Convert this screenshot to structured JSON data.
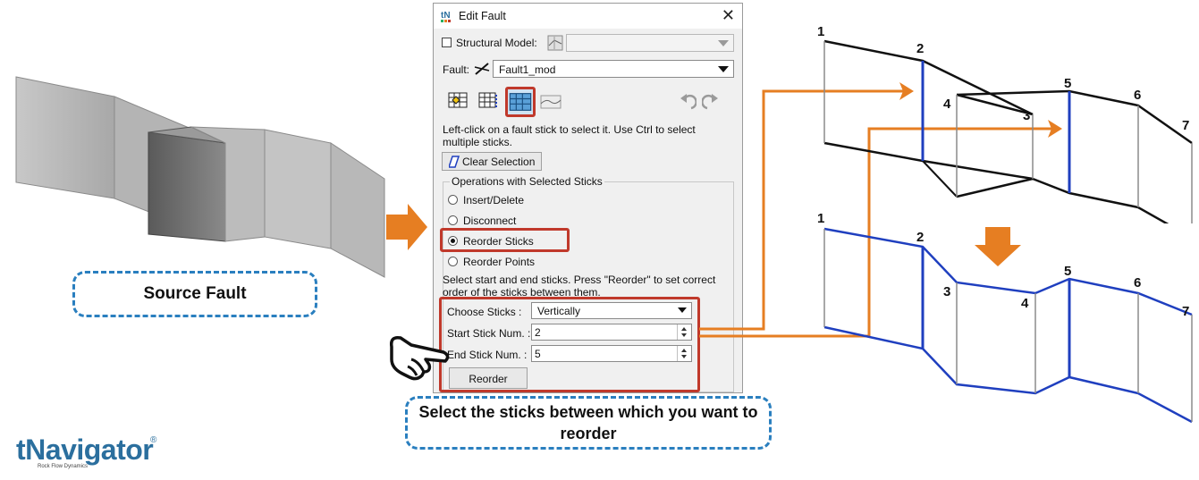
{
  "dialog": {
    "title": "Edit Fault",
    "structural_model_label": "Structural Model:",
    "structural_model_value": "",
    "fault_label": "Fault:",
    "fault_value": "Fault1_mod",
    "instruction": "Left-click on a fault stick to select it. Use Ctrl to select multiple sticks.",
    "clear_selection_label": "Clear Selection",
    "group_title": "Operations with Selected Sticks",
    "operations": [
      {
        "label": "Insert/Delete",
        "checked": false
      },
      {
        "label": "Disconnect",
        "checked": false
      },
      {
        "label": "Reorder Sticks",
        "checked": true
      },
      {
        "label": "Reorder Points",
        "checked": false
      }
    ],
    "reorder_hint": "Select start and end sticks. Press \"Reorder\" to set correct order of the sticks between them.",
    "choose_sticks_label": "Choose Sticks :",
    "choose_sticks_value": "Vertically",
    "start_stick_label": "Start Stick Num. :",
    "start_stick_value": "2",
    "end_stick_label": "End Stick Num. :",
    "end_stick_value": "5",
    "reorder_button_label": "Reorder"
  },
  "callouts": {
    "source_fault": "Source Fault",
    "select_sticks": "Select the sticks between which you want to reorder"
  },
  "diagram_top": {
    "labels": [
      "1",
      "2",
      "3",
      "4",
      "5",
      "6",
      "7"
    ]
  },
  "diagram_bottom": {
    "labels": [
      "1",
      "2",
      "3",
      "4",
      "5",
      "6",
      "7"
    ]
  },
  "logo": {
    "name": "tNavigator",
    "tagline": "Rock Flow Dynamics"
  },
  "colors": {
    "accent_orange": "#e67e22",
    "highlight_red": "#c0392b",
    "stick_blue": "#1f3fbf",
    "callout_blue": "#2a7fbf"
  }
}
